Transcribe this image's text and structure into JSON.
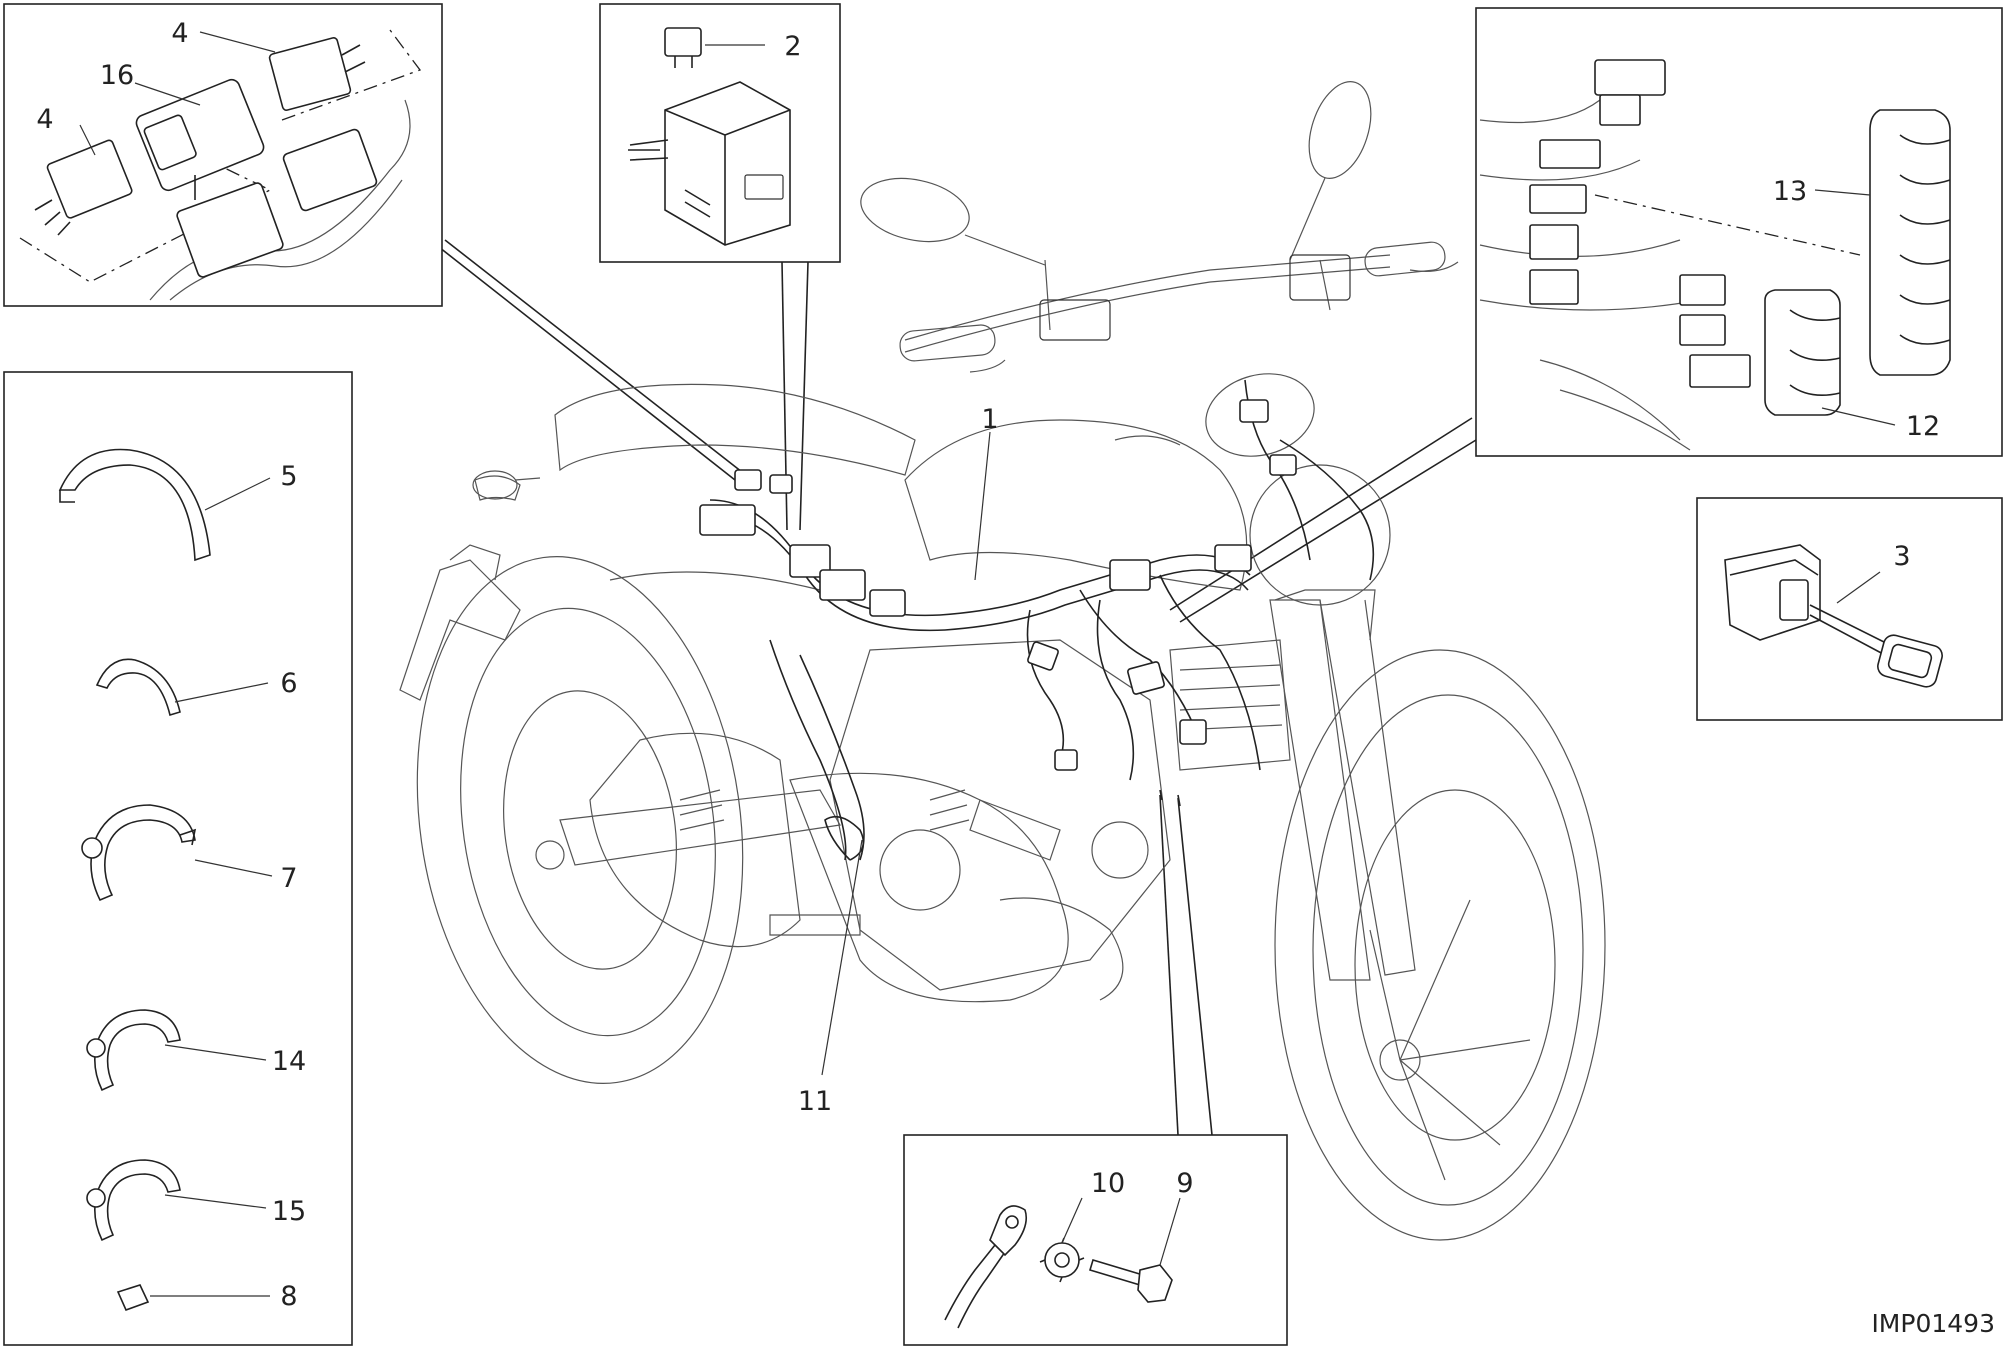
{
  "callouts": {
    "c1": "1",
    "c2": "2",
    "c3": "3",
    "c4a": "4",
    "c4b": "4",
    "c5": "5",
    "c6": "6",
    "c7": "7",
    "c8": "8",
    "c9": "9",
    "c10": "10",
    "c11": "11",
    "c12": "12",
    "c13": "13",
    "c14": "14",
    "c15": "15",
    "c16": "16"
  },
  "drawing_code": "IMP01493"
}
